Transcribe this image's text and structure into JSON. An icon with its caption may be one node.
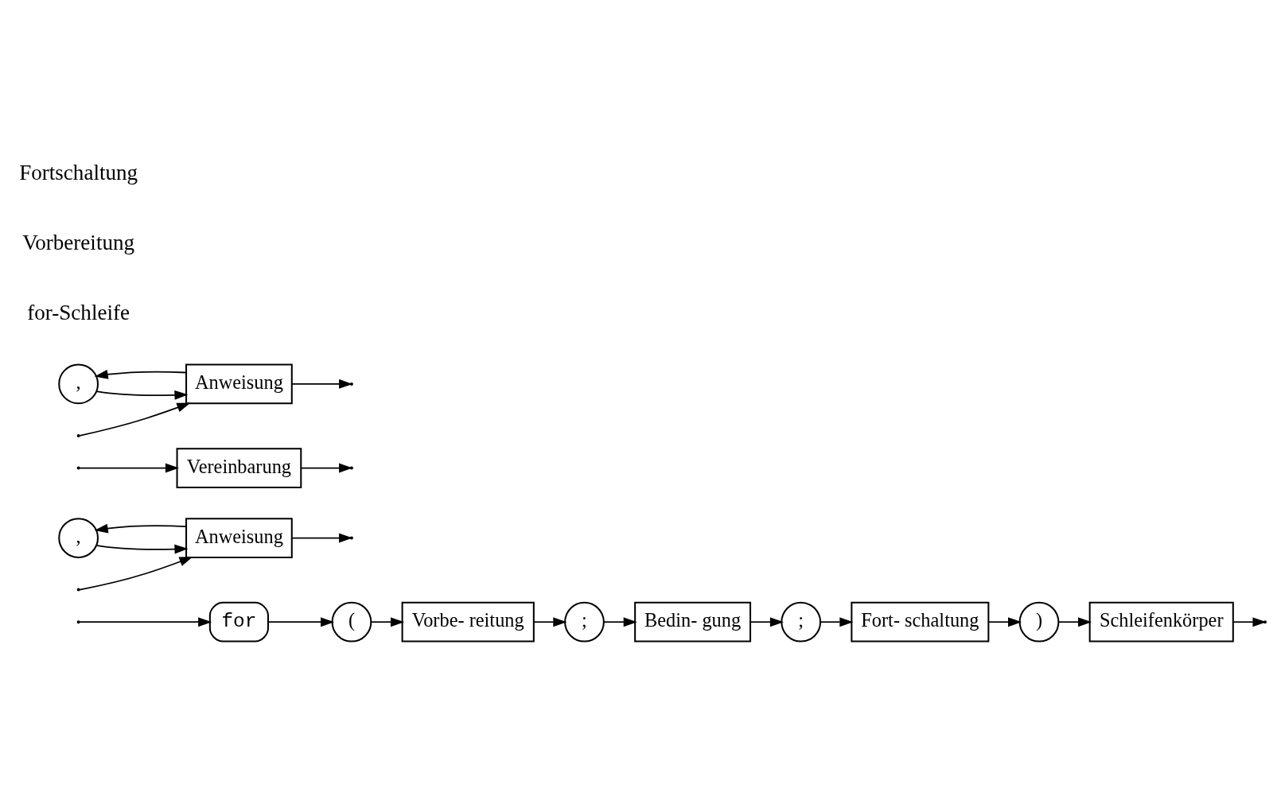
{
  "diagram": {
    "nodes": [
      {
        "text": [
          "for"
        ]
      },
      {
        "text": [
          "("
        ]
      },
      {
        "text": [
          "Vorbe- reitung"
        ]
      },
      {
        "text": [
          ";"
        ]
      },
      {
        "text": [
          "Bedin- gung"
        ]
      },
      {
        "text": [
          ";"
        ]
      },
      {
        "text": [
          "Fort- schaltung"
        ]
      },
      {
        "text": [
          ")"
        ]
      },
      {
        "text": [
          "Schleifenkörper"
        ]
      },
      {
        "text": [
          ","
        ]
      },
      {
        "text": [
          "Anweisung"
        ]
      },
      {
        "text": [
          "Vereinbarung"
        ]
      },
      {
        "text": [
          ","
        ]
      },
      {
        "text": [
          "Anweisung"
        ]
      }
    ],
    "edges": [
      {
        "from": null,
        "to": 0,
        "arrow": "to"
      },
      {
        "from": 0,
        "to": 1,
        "arrow": "to"
      },
      {
        "from": 1,
        "to": 2,
        "arrow": "to"
      },
      {
        "from": 2,
        "to": 3,
        "arrow": "to"
      },
      {
        "from": 3,
        "to": 4,
        "arrow": "to"
      },
      {
        "from": 4,
        "to": 5,
        "arrow": "to"
      },
      {
        "from": 5,
        "to": 6,
        "arrow": "to"
      },
      {
        "from": 6,
        "to": 7,
        "arrow": "to"
      },
      {
        "from": 7,
        "to": 8,
        "arrow": "to"
      },
      {
        "from": 8,
        "to": null,
        "arrow": "to"
      },
      {
        "from": null,
        "to": 10,
        "arrow": "to"
      },
      {
        "from": null,
        "to": 11,
        "arrow": "to"
      },
      {
        "from": 10,
        "to": 9,
        "arrow": "to"
      },
      {
        "from": 9,
        "to": 10,
        "arrow": "to"
      },
      {
        "from": 10,
        "to": null,
        "arrow": "to"
      },
      {
        "from": 11,
        "to": null,
        "arrow": "to"
      },
      {
        "from": null,
        "to": 13,
        "arrow": "to"
      },
      {
        "from": 13,
        "to": 12,
        "arrow": "to"
      },
      {
        "from": 12,
        "to": 13,
        "arrow": "to"
      },
      {
        "from": 13,
        "to": null,
        "arrow": "to"
      }
    ],
    "labels": [
      "for-Schleife",
      "Vorbereitung",
      "Fortschaltung"
    ]
  }
}
